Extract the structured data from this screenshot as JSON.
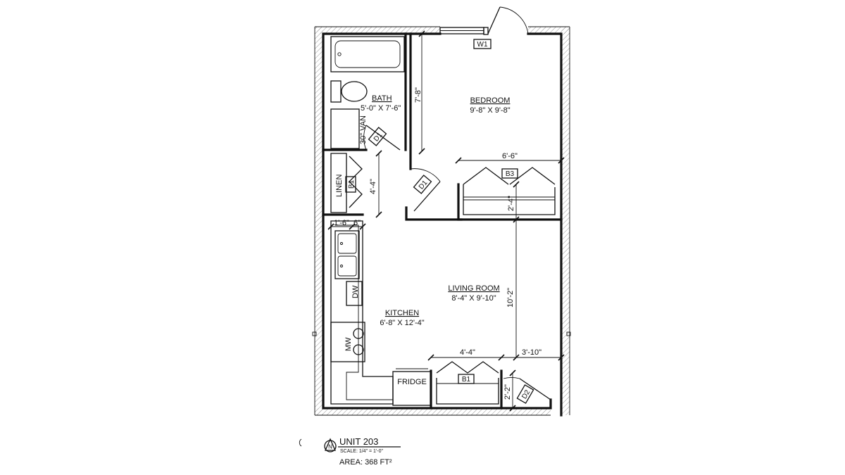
{
  "rooms": {
    "bath": {
      "name": "BATH",
      "size": "5'-0\" X 7'-6\""
    },
    "bedroom": {
      "name": "BEDROOM",
      "size": "9'-8\" X 9'-8\""
    },
    "living": {
      "name": "LIVING ROOM",
      "size": "8'-4\" X 9'-10\""
    },
    "kitchen": {
      "name": "KITCHEN",
      "size": "6'-8\" X 12'-4\""
    }
  },
  "labels": {
    "van": "30\" VAN",
    "linen": "LINEN",
    "fridge": "FRIDGE",
    "dw": "DW",
    "mw": "MW"
  },
  "tags": {
    "w1": "W1",
    "d1_bath": "D1",
    "d1_bed": "D1",
    "b1_linen": "B1",
    "b3": "B3",
    "b1_living": "B1",
    "d2": "D2"
  },
  "dimensions": {
    "bed_height": "7'-8\"",
    "closet_width": "6'-6\"",
    "closet_depth": "2'-4\"",
    "hall": "4'-4\"",
    "counter_a": "1'-6\"",
    "counter_b": "6\"",
    "living_height": "10'-2\"",
    "living_closet": "4'-4\"",
    "right_gap": "3'-10\"",
    "entry": "2'-2\""
  },
  "title_block": {
    "north": "N",
    "unit": "UNIT 203",
    "scale": "SCALE: 1/4\" = 1'-0\"",
    "area": "AREA: 368 FT²"
  }
}
